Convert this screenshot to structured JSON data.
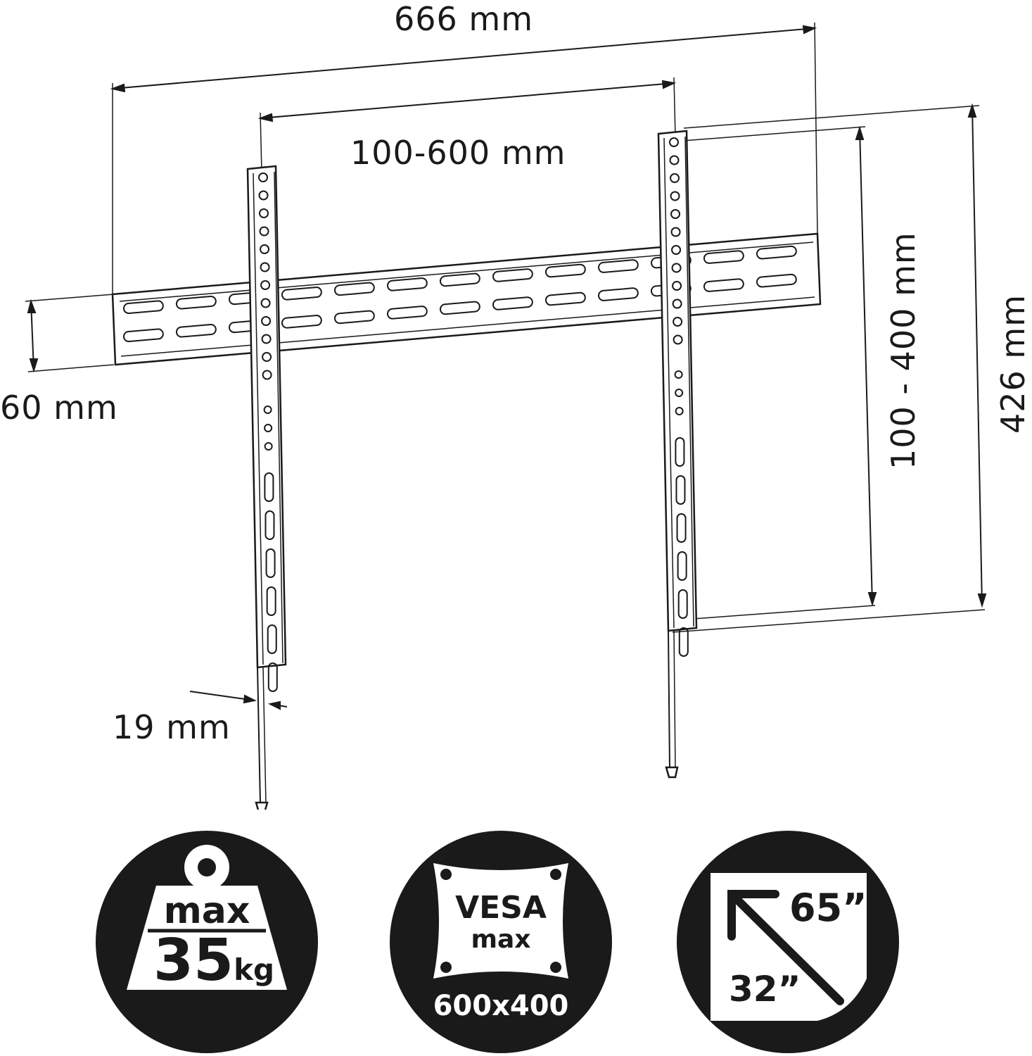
{
  "dimensions": {
    "total_width": "666 mm",
    "vesa_horizontal": "100-600 mm",
    "vesa_vertical": "100 - 400 mm",
    "total_height": "426 mm",
    "rail_height": "60 mm",
    "wall_distance": "19 mm"
  },
  "badges": {
    "weight": {
      "icon": "weight-icon",
      "line1": "max",
      "value": "35",
      "unit": "kg"
    },
    "vesa": {
      "icon": "vesa-plate-icon",
      "line1": "VESA",
      "line2": "max",
      "size": "600x400"
    },
    "screen": {
      "icon": "screen-diagonal-icon",
      "max": "65”",
      "min": "32”"
    }
  },
  "colors": {
    "ink": "#1a1a1a",
    "background": "#ffffff"
  }
}
